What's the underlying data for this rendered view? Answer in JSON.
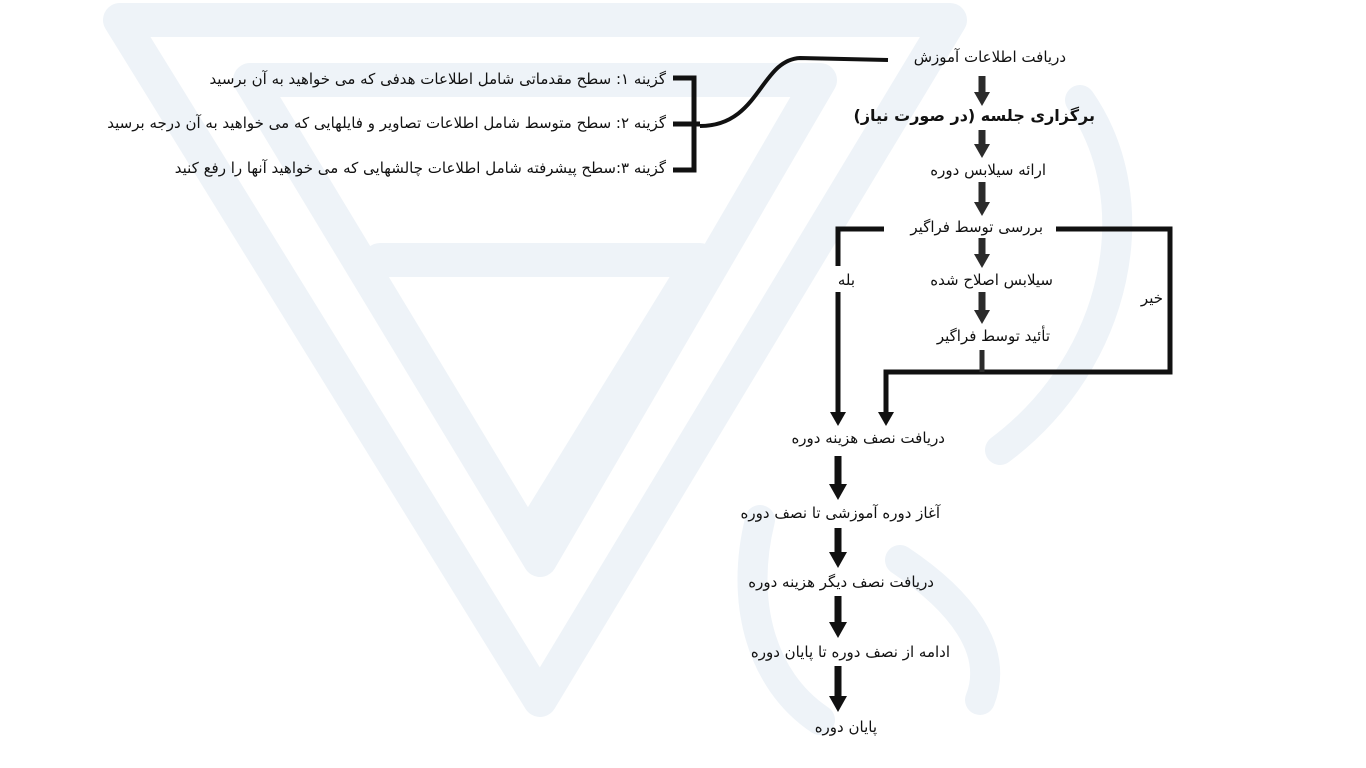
{
  "flow": {
    "steps": {
      "receive_info": "دریافت اطلاعات آموزش",
      "meeting": "برگزاری جلسه (در صورت نیاز)",
      "syllabus": "ارائه سیلابس دوره",
      "review": "بررسی توسط فراگیر",
      "revised_syllabus": "سیلابس اصلاح شده",
      "approval": "تأئید توسط فراگیر",
      "half_payment": "دریافت نصف هزینه دوره",
      "start_half": "آغاز دوره آموزشی تا نصف دوره",
      "other_half_payment": "دریافت نصف دیگر هزینه دوره",
      "continue": "ادامه از نصف دوره تا پایان دوره",
      "end": "پایان دوره"
    },
    "branches": {
      "yes": "بله",
      "no": "خیر"
    },
    "options": [
      "گزینه ۱: سطح مقدماتی شامل اطلاعات هدفی که می خواهید به آن برسید",
      "گزینه ۲: سطح متوسط شامل اطلاعات تصاویر و فایلهایی که می خواهید به آن درجه برسید",
      "گزینه ۳:سطح پیشرفته شامل اطلاعات چالشهایی که می خواهید آنها را رفع کنید"
    ]
  },
  "colors": {
    "line": "#111111",
    "arrow": "#2b2b2b",
    "watermark": "#eef3f8"
  }
}
